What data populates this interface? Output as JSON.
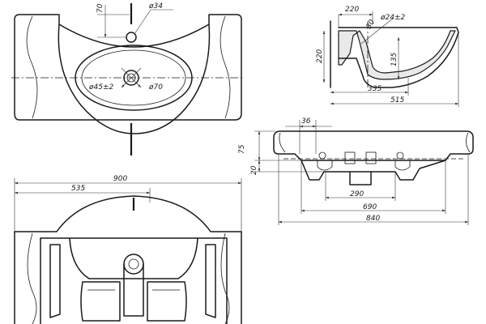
{
  "views": {
    "top": {
      "dims": {
        "tap_offset": "70",
        "tap_hole": "ø34",
        "drain_hole": "ø45±2",
        "drain_recess": "ø70"
      }
    },
    "section": {
      "dims": {
        "depth_top": "220",
        "height": "220",
        "overflow_angle": "30",
        "overflow_hole": "ø24±2",
        "overflow_height": "135",
        "drain_offset": "335",
        "total_depth": "515"
      }
    },
    "side": {
      "dims": {
        "rim_height": "75",
        "bowl_offset": "20",
        "hole_spacing": "36",
        "inner_bottom": "290",
        "inner_width": "690",
        "outer_width": "840"
      }
    },
    "bottom": {
      "dims": {
        "overall_width": "900",
        "counter_width": "535"
      }
    }
  }
}
